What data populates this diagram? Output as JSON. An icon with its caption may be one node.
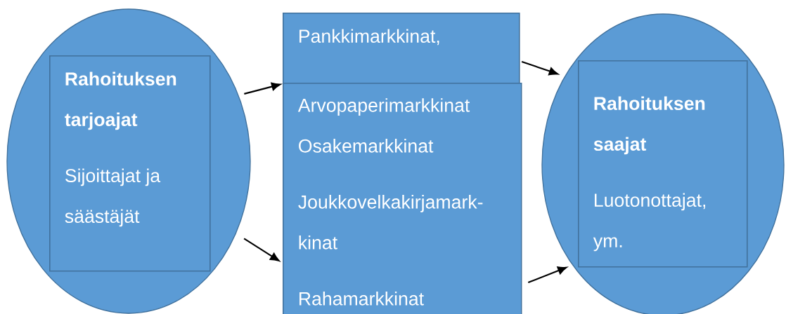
{
  "diagram": {
    "nodes": [
      {
        "text": [],
        "shape": "ellipse"
      },
      {
        "text": [
          "Rahoituksen tarjoajat",
          "Sijoittajat ja säästäjät"
        ],
        "in": 0
      },
      {
        "text": [
          "Pankkimarkkinat,"
        ]
      },
      {
        "text": [
          "Arvopaperimarkkinat",
          "Osakemarkkinat",
          "Joukkovelkakirjamark- kinat",
          "Rahamarkkinat"
        ]
      },
      {
        "text": [],
        "shape": "ellipse"
      },
      {
        "text": [
          "Rahoituksen saajat",
          "Luotonottajat, ym."
        ],
        "in": 4
      }
    ],
    "edges": [
      {
        "from": 0,
        "to": 2,
        "arrow": "to"
      },
      {
        "from": 0,
        "to": 3,
        "arrow": "to"
      },
      {
        "from": 2,
        "to": 4,
        "arrow": "to"
      },
      {
        "from": 3,
        "to": 4,
        "arrow": "to"
      }
    ]
  }
}
